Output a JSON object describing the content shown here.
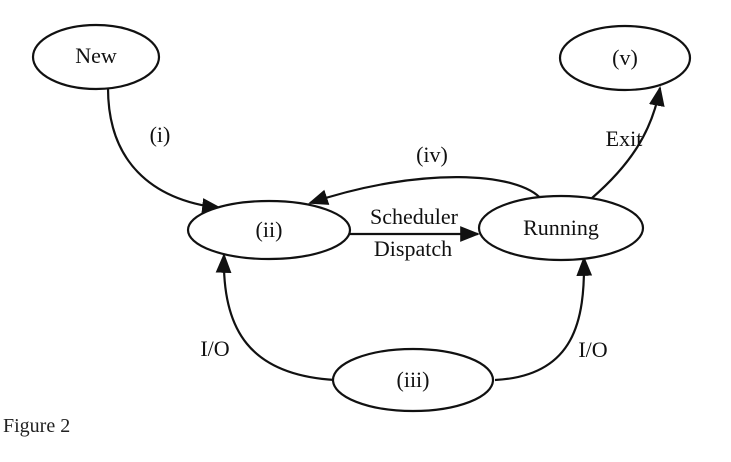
{
  "diagram": {
    "nodes": {
      "new": "New",
      "ready": "(ii)",
      "running": "Running",
      "blocked": "(iii)",
      "exit": "(v)"
    },
    "edges": {
      "new_to_ready": "(i)",
      "running_to_ready": "(iv)",
      "dispatch_top": "Scheduler",
      "dispatch_bottom": "Dispatch",
      "exit": "Exit",
      "io_left": "I/O",
      "io_right": "I/O"
    }
  },
  "caption": "Figure 2",
  "colors": {
    "ink": "#111111",
    "background": "#ffffff"
  }
}
